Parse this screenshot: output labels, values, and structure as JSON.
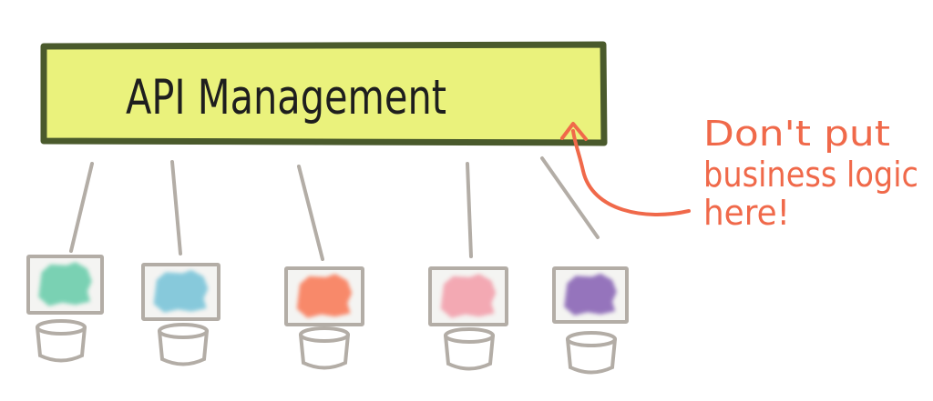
{
  "gateway": {
    "label": "API Management",
    "fill_color": "#eaf27c",
    "border_color": "#4a5a2c"
  },
  "annotation": {
    "lines": [
      "Don't put",
      "business logic",
      "here!"
    ],
    "color": "#f0694a"
  },
  "connector_color": "#b3ada6",
  "services": [
    {
      "color": "#6fcfae"
    },
    {
      "color": "#7ec6da"
    },
    {
      "color": "#f9805f"
    },
    {
      "color": "#f3a3ae"
    },
    {
      "color": "#8d6bb8"
    }
  ]
}
